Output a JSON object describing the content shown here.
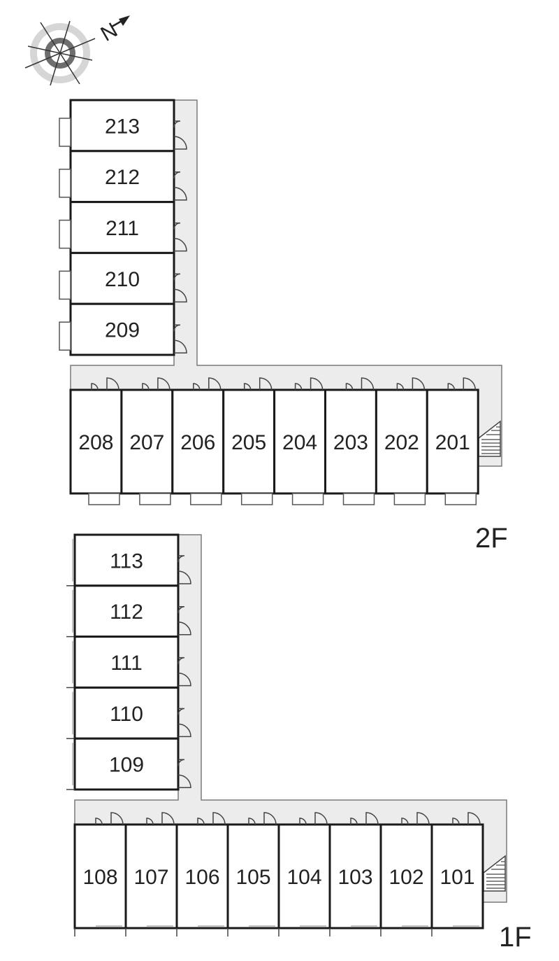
{
  "compass": {
    "label": "N",
    "icon": "north-arrow-icon"
  },
  "floors": [
    {
      "name": "2F",
      "wing_units": [
        "213",
        "212",
        "211",
        "210",
        "209"
      ],
      "row_units": [
        "208",
        "207",
        "206",
        "205",
        "204",
        "203",
        "202",
        "201"
      ]
    },
    {
      "name": "1F",
      "wing_units": [
        "113",
        "112",
        "111",
        "110",
        "109"
      ],
      "row_units": [
        "108",
        "107",
        "106",
        "105",
        "104",
        "103",
        "102",
        "101"
      ]
    }
  ]
}
